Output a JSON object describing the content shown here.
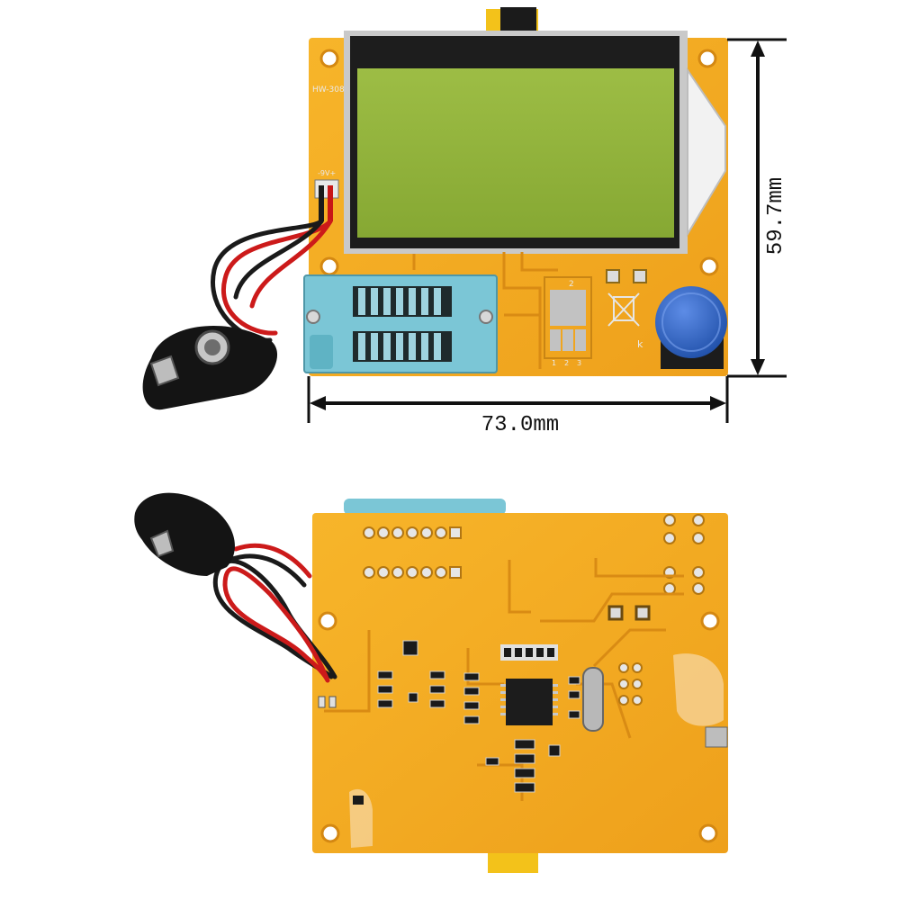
{
  "dimensions": {
    "width_label": "73.0mm",
    "height_label": "59.7mm"
  },
  "board_front": {
    "model_text": "HW-308",
    "power_label": "-9V+",
    "pin_labels": [
      "1",
      "2",
      "3"
    ],
    "button_label": "k",
    "pad_number": "2"
  },
  "colors": {
    "pcb": "#f2a81d",
    "pcb_dark": "#d58a12",
    "lcd_screen": "#8fb23c",
    "button": "#2f63c9",
    "zif_socket": "#79c5d4",
    "dimension_lines": "#111111"
  }
}
